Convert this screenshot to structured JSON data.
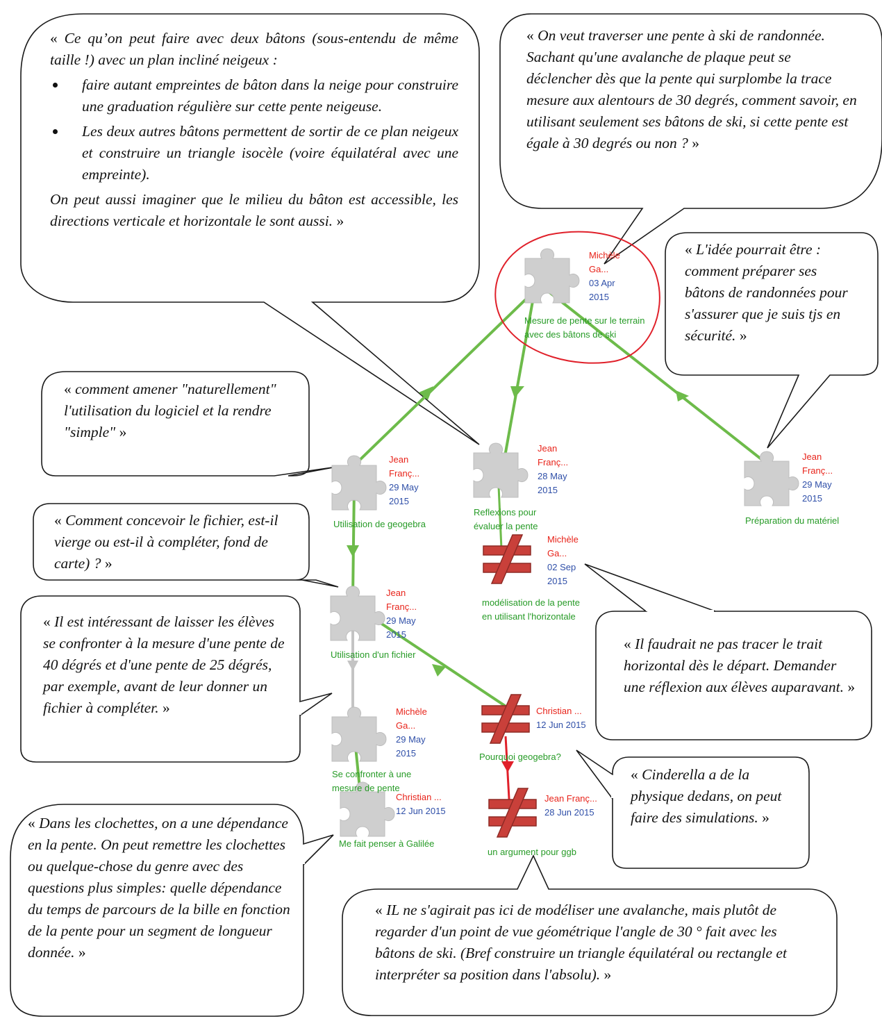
{
  "bubbles": {
    "b1": {
      "intro": "Ce qu’on peut faire avec deux bâtons (sous-entendu de même taille !) avec un plan incliné neigeux :",
      "items": [
        "faire autant empreintes de bâton dans la neige pour  construire une graduation régulière sur cette pente neigeuse.",
        "Les deux autres bâtons permettent de sortir de ce plan neigeux et construire un triangle isocèle (voire équilatéral avec une empreinte)."
      ],
      "outro": "On peut aussi imaginer que le milieu du bâton est accessible, les directions verticale et horizontale le sont aussi."
    },
    "b2": {
      "text": "On veut traverser une pente à ski de randonnée. Sachant qu'une avalanche de plaque peut se déclencher dès que la pente qui surplombe la trace mesure aux alentours de 30 degrés, comment savoir, en utilisant seulement ses bâtons de ski, si cette pente est égale à 30 degrés ou non ?"
    },
    "b3": {
      "text": "L'idée pourrait être : comment préparer ses bâtons de randonnées pour s'assurer que je suis tjs en sécurité."
    },
    "b4": {
      "text": "comment amener \"naturellement\" l'utilisation du logiciel et la rendre \"simple\""
    },
    "b5": {
      "text": "Comment concevoir le fichier, est-il vierge ou est-il à compléter, fond de carte) ?"
    },
    "b6": {
      "text": "Il est intéressant de laisser les élèves se confronter à la mesure d'une pente de 40 dégrés et d'une pente de 25 dégrés, par exemple, avant de leur donner un fichier à compléter."
    },
    "b7": {
      "text": "Il faudrait ne pas tracer le trait horizontal dès le départ. Demander une réflexion aux élèves auparavant."
    },
    "b8": {
      "text": "Cinderella a de la physique dedans, on peut faire des simulations."
    },
    "b9": {
      "text": "Dans les clochettes, on a une dépendance en la pente. On peut remettre les clochettes ou quelque-chose du genre avec des questions plus simples: quelle dépendance du temps de parcours de la bille en fonction de la pente pour un segment de longueur donnée."
    },
    "b10": {
      "text": "IL ne s'agirait pas ici de modéliser une avalanche, mais plutôt de regarder d'un point de vue géométrique l'angle de 30 ° fait avec les bâtons de ski. (Bref construire un triangle équilatéral ou rectangle et interpréter sa position dans l'absolu)."
    }
  },
  "quotes": {
    "open": "« ",
    "close": " »"
  },
  "nodes": [
    {
      "id": "n1",
      "icon": "puzzle",
      "author": "Michèle Ga...",
      "date": "03 Apr 2015",
      "title": "Mesure de pente sur le terrain avec des bâtons de ski"
    },
    {
      "id": "n2",
      "icon": "puzzle",
      "author": "Jean Franç...",
      "date": "29 May 2015",
      "title": "Utilisation de geogebra"
    },
    {
      "id": "n3",
      "icon": "puzzle",
      "author": "Jean Franç...",
      "date": "28 May 2015",
      "title": "Reflexions pour évaluer la pente"
    },
    {
      "id": "n4",
      "icon": "puzzle",
      "author": "Jean Franç...",
      "date": "29 May 2015",
      "title": "Préparation du matériel"
    },
    {
      "id": "n5",
      "icon": "not-equal",
      "author": "Michèle Ga...",
      "date": "02 Sep 2015",
      "title": "modélisation de la pente en utilisant l'horizontale"
    },
    {
      "id": "n6",
      "icon": "puzzle",
      "author": "Jean Franç...",
      "date": "29 May 2015",
      "title": "Utilisation d'un fichier"
    },
    {
      "id": "n7",
      "icon": "puzzle",
      "author": "Michèle Ga...",
      "date": "29 May 2015",
      "title": "Se confronter à une mesure de pente"
    },
    {
      "id": "n8",
      "icon": "not-equal",
      "author": "Christian ...",
      "date": "12 Jun 2015",
      "title": "Pourquoi geogebra?"
    },
    {
      "id": "n9",
      "icon": "puzzle",
      "author": "Christian ...",
      "date": "12 Jun 2015",
      "title": "Me fait penser à Galilée"
    },
    {
      "id": "n10",
      "icon": "not-equal",
      "author": "Jean Franç...",
      "date": "28 Jun 2015",
      "title": "un argument pour ggb"
    }
  ],
  "colors": {
    "edge": "#6dbb4a",
    "edge_red": "#e0202a",
    "edge_grey": "#c4c4c4",
    "puzzle": "#cfcfcf",
    "not_equal": "#c9403a",
    "highlight_circle": "#e0202a",
    "author": "#e8231a",
    "date": "#2f4fa8",
    "title": "#279b27"
  }
}
